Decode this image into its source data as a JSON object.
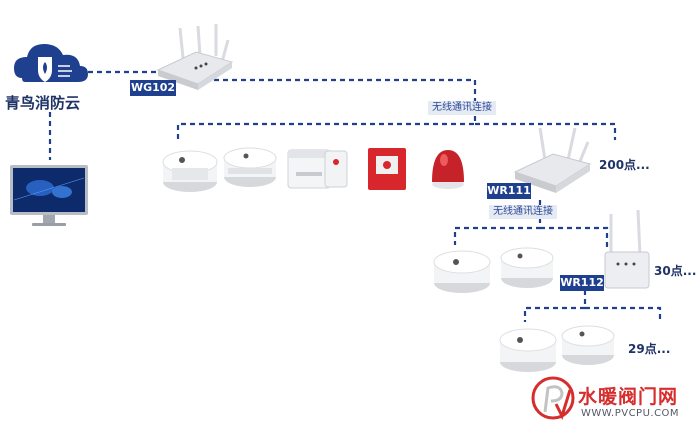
{
  "cloud": {
    "label": "青鸟消防云"
  },
  "gateways": {
    "wg102": "WG102",
    "wr111": "WR111",
    "wr112": "WR112"
  },
  "wireless_labels": {
    "top": "无线通讯连接",
    "middle": "无线通讯连接"
  },
  "counts": {
    "c200": "200点...",
    "c30": "30点...",
    "c29": "29点..."
  },
  "watermark": {
    "title": "水暖阀门网",
    "url": "WWW.PVCPU.COM"
  },
  "colors": {
    "accent": "#1f3f8f",
    "line": "#1f3f8f",
    "alarm_red": "#d8262d",
    "watermark_red": "#d62d2d"
  }
}
